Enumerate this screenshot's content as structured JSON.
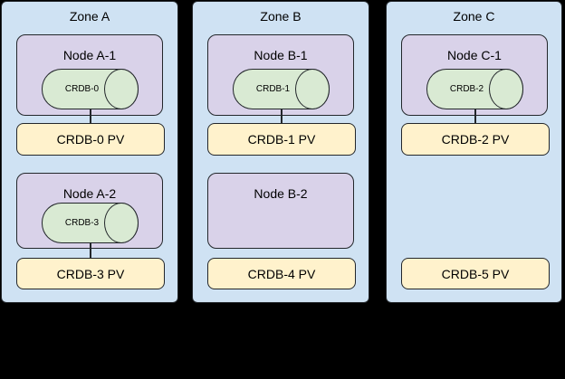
{
  "diagram": {
    "type": "cluster-topology",
    "colors": {
      "canvas_bg": "#000000",
      "zone_fill": "#cfe2f3",
      "node_fill": "#d9d2e9",
      "pod_fill": "#d9ead3",
      "pv_fill": "#fff2cc",
      "border": "#23272b",
      "text": "#000000"
    },
    "zones": [
      {
        "title": "Zone A",
        "nodes": [
          {
            "label": "Node A-1",
            "pod": {
              "label": "CRDB-0",
              "shape": "cylinder",
              "connected_to_pv": true
            }
          },
          {
            "label": "Node A-2",
            "pod": {
              "label": "CRDB-3",
              "shape": "cylinder",
              "connected_to_pv": true
            }
          }
        ],
        "pvs": [
          {
            "label": "CRDB-0 PV",
            "connected": true
          },
          {
            "label": "CRDB-3 PV",
            "connected": true
          }
        ]
      },
      {
        "title": "Zone B",
        "nodes": [
          {
            "label": "Node B-1",
            "pod": {
              "label": "CRDB-1",
              "shape": "cylinder",
              "connected_to_pv": true
            }
          },
          {
            "label": "Node B-2",
            "pod": null
          }
        ],
        "pvs": [
          {
            "label": "CRDB-1 PV",
            "connected": true
          },
          {
            "label": "CRDB-4 PV",
            "connected": false
          }
        ]
      },
      {
        "title": "Zone C",
        "nodes": [
          {
            "label": "Node C-1",
            "pod": {
              "label": "CRDB-2",
              "shape": "cylinder",
              "connected_to_pv": true
            }
          }
        ],
        "pvs": [
          {
            "label": "CRDB-2 PV",
            "connected": true
          },
          {
            "label": "CRDB-5 PV",
            "connected": false
          }
        ]
      }
    ]
  }
}
